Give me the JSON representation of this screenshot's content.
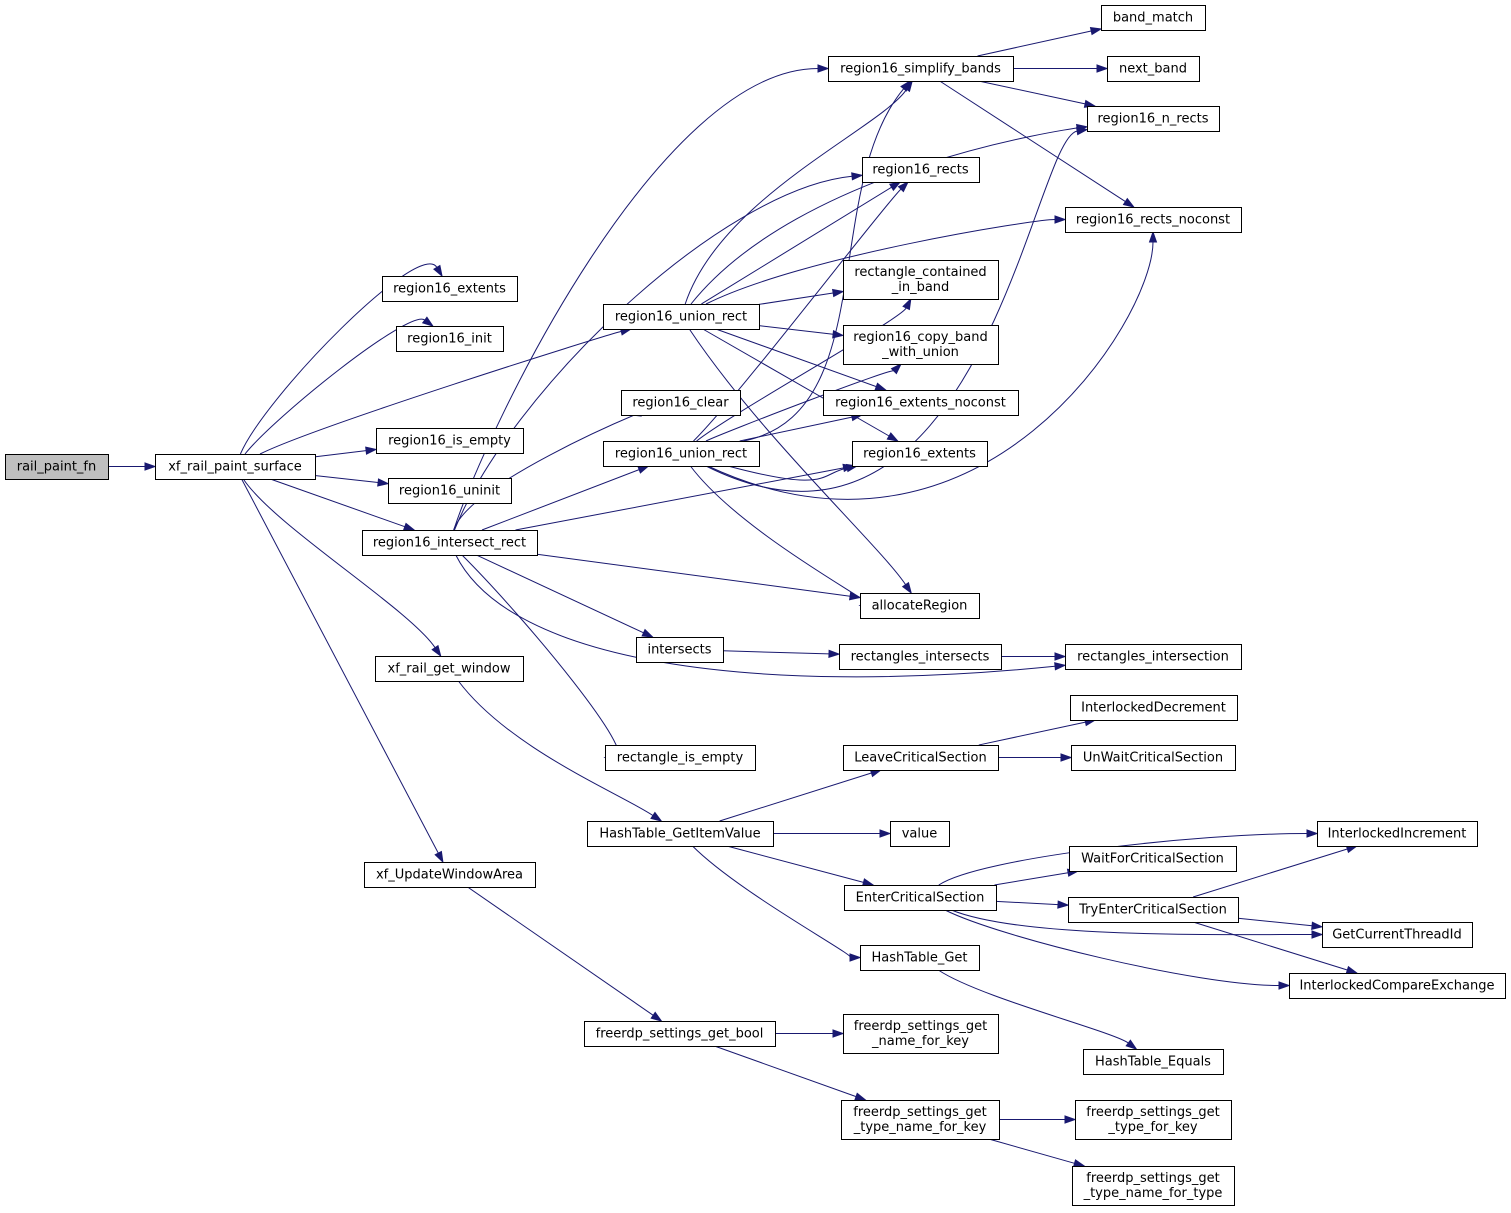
{
  "diagram": {
    "nodes": [
      {
        "id": "rail_paint_fn",
        "lines": [
          "rail_paint_fn"
        ],
        "root": true
      },
      {
        "id": "xf_rail_paint_surface",
        "lines": [
          "xf_rail_paint_surface"
        ]
      },
      {
        "id": "region16_extents_a",
        "lines": [
          "region16_extents"
        ]
      },
      {
        "id": "region16_init",
        "lines": [
          "region16_init"
        ]
      },
      {
        "id": "region16_is_empty",
        "lines": [
          "region16_is_empty"
        ]
      },
      {
        "id": "region16_uninit",
        "lines": [
          "region16_uninit"
        ]
      },
      {
        "id": "region16_intersect_rect",
        "lines": [
          "region16_intersect_rect"
        ]
      },
      {
        "id": "xf_rail_get_window",
        "lines": [
          "xf_rail_get_window"
        ]
      },
      {
        "id": "xf_UpdateWindowArea",
        "lines": [
          "xf_UpdateWindowArea"
        ]
      },
      {
        "id": "region16_union_rect_a",
        "lines": [
          "region16_union_rect"
        ]
      },
      {
        "id": "region16_clear",
        "lines": [
          "region16_clear"
        ]
      },
      {
        "id": "region16_union_rect_b",
        "lines": [
          "region16_union_rect"
        ]
      },
      {
        "id": "intersects",
        "lines": [
          "intersects"
        ]
      },
      {
        "id": "rectangle_is_empty",
        "lines": [
          "rectangle_is_empty"
        ]
      },
      {
        "id": "HashTable_GetItemValue",
        "lines": [
          "HashTable_GetItemValue"
        ]
      },
      {
        "id": "freerdp_settings_get_bool",
        "lines": [
          "freerdp_settings_get_bool"
        ]
      },
      {
        "id": "region16_simplify_bands",
        "lines": [
          "region16_simplify_bands"
        ]
      },
      {
        "id": "region16_rects",
        "lines": [
          "region16_rects"
        ]
      },
      {
        "id": "rectangle_contained_in_band",
        "lines": [
          "rectangle_contained",
          "_in_band"
        ]
      },
      {
        "id": "region16_copy_band_with_union",
        "lines": [
          "region16_copy_band",
          "_with_union"
        ]
      },
      {
        "id": "region16_extents_noconst",
        "lines": [
          "region16_extents_noconst"
        ]
      },
      {
        "id": "region16_extents_b",
        "lines": [
          "region16_extents"
        ]
      },
      {
        "id": "allocateRegion",
        "lines": [
          "allocateRegion"
        ]
      },
      {
        "id": "rectangles_intersects",
        "lines": [
          "rectangles_intersects"
        ]
      },
      {
        "id": "LeaveCriticalSection",
        "lines": [
          "LeaveCriticalSection"
        ]
      },
      {
        "id": "value",
        "lines": [
          "value"
        ]
      },
      {
        "id": "EnterCriticalSection",
        "lines": [
          "EnterCriticalSection"
        ]
      },
      {
        "id": "HashTable_Get",
        "lines": [
          "HashTable_Get"
        ]
      },
      {
        "id": "freerdp_settings_get_name_for_key",
        "lines": [
          "freerdp_settings_get",
          "_name_for_key"
        ]
      },
      {
        "id": "freerdp_settings_get_type_name_for_key",
        "lines": [
          "freerdp_settings_get",
          "_type_name_for_key"
        ]
      },
      {
        "id": "band_match",
        "lines": [
          "band_match"
        ]
      },
      {
        "id": "next_band",
        "lines": [
          "next_band"
        ]
      },
      {
        "id": "region16_n_rects",
        "lines": [
          "region16_n_rects"
        ]
      },
      {
        "id": "region16_rects_noconst",
        "lines": [
          "region16_rects_noconst"
        ]
      },
      {
        "id": "rectangles_intersection",
        "lines": [
          "rectangles_intersection"
        ]
      },
      {
        "id": "InterlockedDecrement",
        "lines": [
          "InterlockedDecrement"
        ]
      },
      {
        "id": "UnWaitCriticalSection",
        "lines": [
          "UnWaitCriticalSection"
        ]
      },
      {
        "id": "WaitForCriticalSection",
        "lines": [
          "WaitForCriticalSection"
        ]
      },
      {
        "id": "TryEnterCriticalSection",
        "lines": [
          "TryEnterCriticalSection"
        ]
      },
      {
        "id": "InterlockedIncrement",
        "lines": [
          "InterlockedIncrement"
        ]
      },
      {
        "id": "GetCurrentThreadId",
        "lines": [
          "GetCurrentThreadId"
        ]
      },
      {
        "id": "InterlockedCompareExchange",
        "lines": [
          "InterlockedCompareExchange"
        ]
      },
      {
        "id": "HashTable_Equals",
        "lines": [
          "HashTable_Equals"
        ]
      },
      {
        "id": "freerdp_settings_get_type_for_key",
        "lines": [
          "freerdp_settings_get",
          "_type_for_key"
        ]
      },
      {
        "id": "freerdp_settings_get_type_name_for_type",
        "lines": [
          "freerdp_settings_get",
          "_type_name_for_type"
        ]
      }
    ],
    "edges": [
      [
        "rail_paint_fn",
        "xf_rail_paint_surface"
      ],
      [
        "xf_rail_paint_surface",
        "region16_extents_a"
      ],
      [
        "xf_rail_paint_surface",
        "region16_init"
      ],
      [
        "xf_rail_paint_surface",
        "region16_is_empty"
      ],
      [
        "xf_rail_paint_surface",
        "region16_uninit"
      ],
      [
        "xf_rail_paint_surface",
        "region16_intersect_rect"
      ],
      [
        "xf_rail_paint_surface",
        "xf_rail_get_window"
      ],
      [
        "xf_rail_paint_surface",
        "xf_UpdateWindowArea"
      ],
      [
        "xf_rail_paint_surface",
        "region16_union_rect_a"
      ],
      [
        "region16_intersect_rect",
        "region16_simplify_bands"
      ],
      [
        "region16_intersect_rect",
        "region16_rects"
      ],
      [
        "region16_intersect_rect",
        "region16_clear"
      ],
      [
        "region16_intersect_rect",
        "region16_union_rect_b"
      ],
      [
        "region16_intersect_rect",
        "region16_extents_b"
      ],
      [
        "region16_intersect_rect",
        "allocateRegion"
      ],
      [
        "region16_intersect_rect",
        "intersects"
      ],
      [
        "region16_intersect_rect",
        "rectangles_intersection"
      ],
      [
        "region16_intersect_rect",
        "rectangle_is_empty"
      ],
      [
        "region16_union_rect_a",
        "region16_simplify_bands"
      ],
      [
        "region16_union_rect_a",
        "region16_n_rects"
      ],
      [
        "region16_union_rect_a",
        "region16_rects"
      ],
      [
        "region16_union_rect_a",
        "region16_rects_noconst"
      ],
      [
        "region16_union_rect_a",
        "rectangle_contained_in_band"
      ],
      [
        "region16_union_rect_a",
        "region16_copy_band_with_union"
      ],
      [
        "region16_union_rect_a",
        "region16_extents_noconst"
      ],
      [
        "region16_union_rect_a",
        "region16_extents_b"
      ],
      [
        "region16_union_rect_a",
        "allocateRegion"
      ],
      [
        "region16_union_rect_b",
        "region16_simplify_bands"
      ],
      [
        "region16_union_rect_b",
        "region16_rects"
      ],
      [
        "region16_union_rect_b",
        "region16_n_rects"
      ],
      [
        "region16_union_rect_b",
        "rectangle_contained_in_band"
      ],
      [
        "region16_union_rect_b",
        "region16_copy_band_with_union"
      ],
      [
        "region16_union_rect_b",
        "region16_extents_noconst"
      ],
      [
        "region16_union_rect_b",
        "region16_extents_b"
      ],
      [
        "region16_union_rect_b",
        "allocateRegion"
      ],
      [
        "region16_union_rect_b",
        "region16_rects_noconst"
      ],
      [
        "region16_simplify_bands",
        "band_match"
      ],
      [
        "region16_simplify_bands",
        "next_band"
      ],
      [
        "region16_simplify_bands",
        "region16_n_rects"
      ],
      [
        "region16_simplify_bands",
        "region16_rects_noconst"
      ],
      [
        "intersects",
        "rectangles_intersects"
      ],
      [
        "rectangles_intersects",
        "rectangles_intersection"
      ],
      [
        "xf_rail_get_window",
        "HashTable_GetItemValue"
      ],
      [
        "HashTable_GetItemValue",
        "LeaveCriticalSection"
      ],
      [
        "HashTable_GetItemValue",
        "value"
      ],
      [
        "HashTable_GetItemValue",
        "EnterCriticalSection"
      ],
      [
        "HashTable_GetItemValue",
        "HashTable_Get"
      ],
      [
        "LeaveCriticalSection",
        "InterlockedDecrement"
      ],
      [
        "LeaveCriticalSection",
        "UnWaitCriticalSection"
      ],
      [
        "EnterCriticalSection",
        "InterlockedIncrement"
      ],
      [
        "EnterCriticalSection",
        "WaitForCriticalSection"
      ],
      [
        "EnterCriticalSection",
        "TryEnterCriticalSection"
      ],
      [
        "EnterCriticalSection",
        "GetCurrentThreadId"
      ],
      [
        "EnterCriticalSection",
        "InterlockedCompareExchange"
      ],
      [
        "TryEnterCriticalSection",
        "InterlockedIncrement"
      ],
      [
        "TryEnterCriticalSection",
        "GetCurrentThreadId"
      ],
      [
        "TryEnterCriticalSection",
        "InterlockedCompareExchange"
      ],
      [
        "HashTable_Get",
        "HashTable_Equals"
      ],
      [
        "xf_UpdateWindowArea",
        "freerdp_settings_get_bool"
      ],
      [
        "freerdp_settings_get_bool",
        "freerdp_settings_get_name_for_key"
      ],
      [
        "freerdp_settings_get_bool",
        "freerdp_settings_get_type_name_for_key"
      ],
      [
        "freerdp_settings_get_type_name_for_key",
        "freerdp_settings_get_type_for_key"
      ],
      [
        "freerdp_settings_get_type_name_for_key",
        "freerdp_settings_get_type_name_for_type"
      ]
    ]
  }
}
